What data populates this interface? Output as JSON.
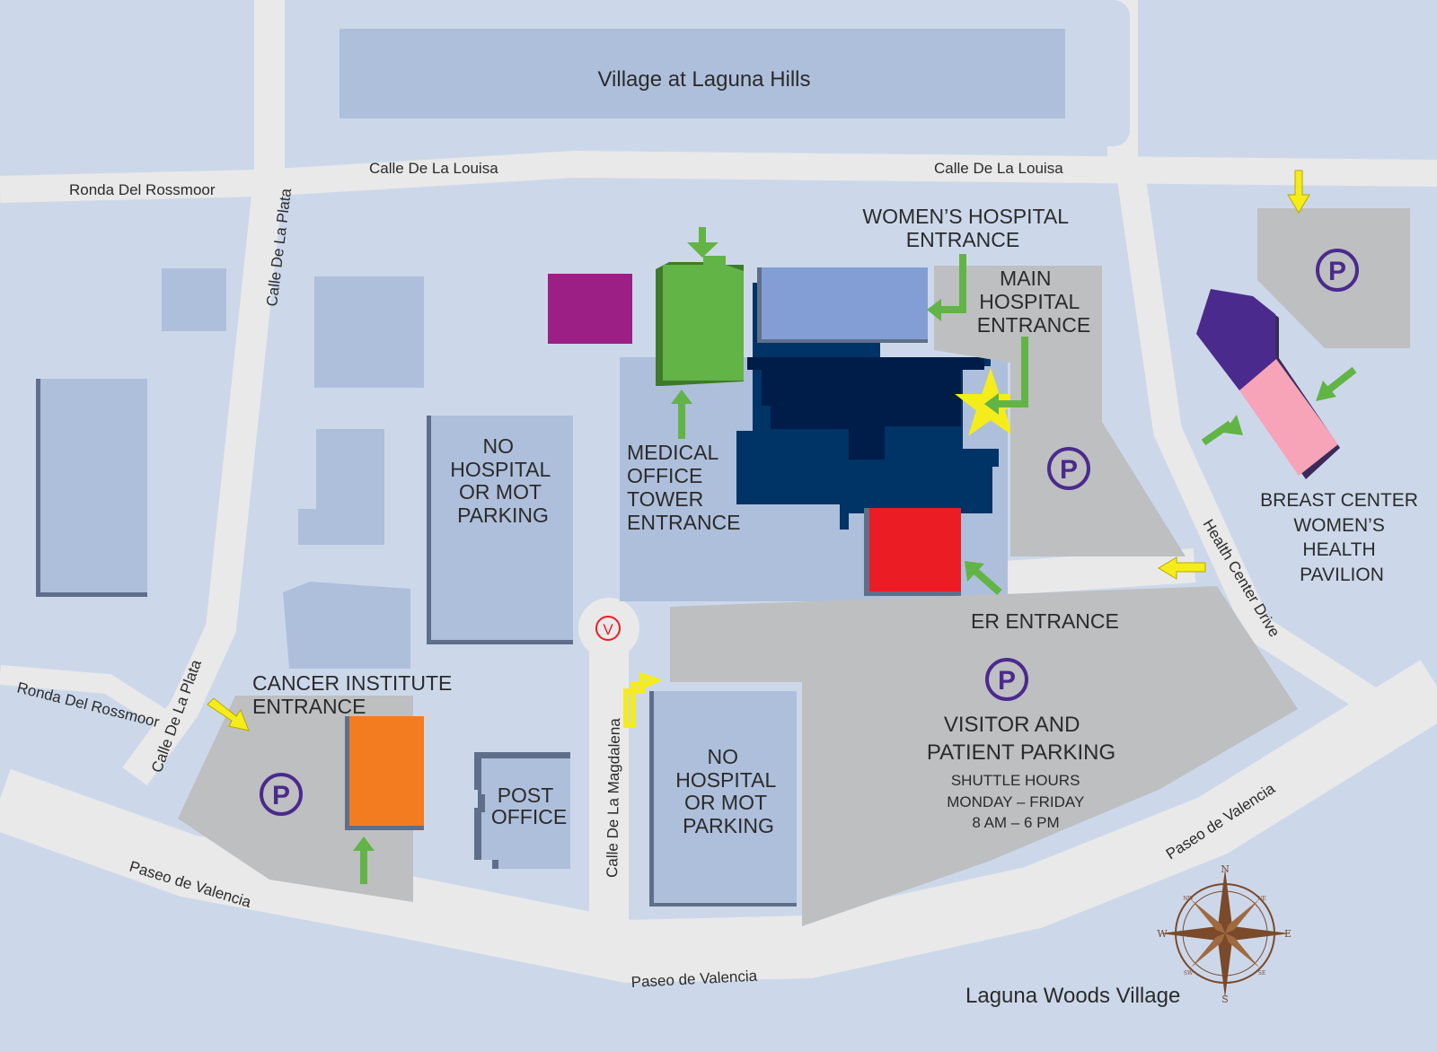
{
  "colors": {
    "ground": "#ccd8ea",
    "road": "#e9e9e9",
    "block": "#aebfdb",
    "parking": "#bebfc1",
    "parking_symbol": "#4b2a8d",
    "entrance_arrow": "#62b446",
    "directional_arrow": "#f5ec1c",
    "womens_hospital": "#829ed4",
    "main_hospital_dark": "#001c48",
    "main_hospital": "#003366",
    "medical_office_tower": "#62b446",
    "er": "#ec1c24",
    "cancer_institute": "#f37b20",
    "magenta_building": "#9c1f86",
    "breast_center_top": "#4b2a8d",
    "breast_center_bottom": "#f7a3b8",
    "compass": "#7a4a2a"
  },
  "roads": {
    "calle_louisa_west": "Calle De La Louisa",
    "calle_louisa_east": "Calle De La Louisa",
    "ronda_north": "Ronda Del Rossmoor",
    "ronda_south": "Ronda Del Rossmoor",
    "calle_plata_north": "Calle De La Plata",
    "calle_plata_south": "Calle De La Plata",
    "paseo_west": "Paseo de Valencia",
    "paseo_south": "Paseo de Valencia",
    "paseo_east": "Paseo de Valencia",
    "magdalena": "Calle De La Magdalena",
    "health_center": "Health Center Drive"
  },
  "areas": {
    "village": "Village at Laguna Hills",
    "laguna_woods": "Laguna Woods Village"
  },
  "labels": {
    "womens_entrance": [
      "WOMEN’S HOSPITAL",
      "ENTRANCE"
    ],
    "main_entrance": [
      "MAIN",
      "HOSPITAL",
      "ENTRANCE"
    ],
    "mot_entrance": [
      "MEDICAL",
      "OFFICE",
      "TOWER",
      "ENTRANCE"
    ],
    "no_parking_1": [
      "NO",
      "HOSPITAL",
      "OR MOT",
      "PARKING"
    ],
    "no_parking_2": [
      "NO",
      "HOSPITAL",
      "OR MOT",
      "PARKING"
    ],
    "er_entrance": "ER ENTRANCE",
    "visitor_parking": [
      "VISITOR AND",
      "PATIENT PARKING"
    ],
    "shuttle": [
      "SHUTTLE HOURS",
      "MONDAY – FRIDAY",
      "8 AM – 6 PM"
    ],
    "cancer_entrance": [
      "CANCER INSTITUTE",
      "ENTRANCE"
    ],
    "post_office": [
      "POST",
      "OFFICE"
    ],
    "breast_center": [
      "BREAST CENTER",
      "WOMEN’S",
      "HEALTH",
      "PAVILION"
    ]
  },
  "symbols": {
    "parking": "P",
    "valet": "V"
  },
  "compass": {
    "n": "N",
    "s": "S",
    "e": "E",
    "w": "W",
    "ne": "NE",
    "nw": "NW",
    "se": "SE",
    "sw": "SW"
  }
}
